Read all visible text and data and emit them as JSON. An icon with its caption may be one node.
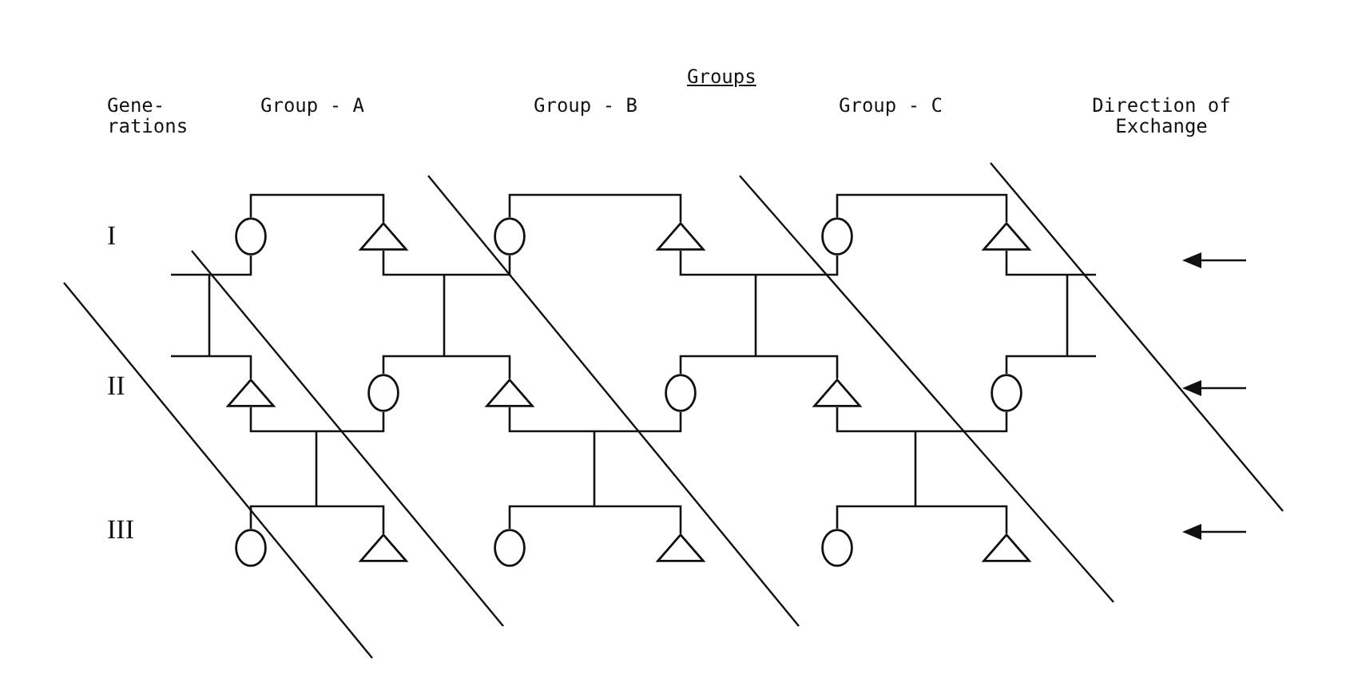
{
  "diagram": {
    "title": "Groups",
    "nodes": [
      {
        "text": [],
        "shape": "circle"
      },
      {
        "text": [],
        "shape": "triangle"
      },
      {
        "text": [],
        "shape": "circle"
      },
      {
        "text": [],
        "shape": "triangle"
      },
      {
        "text": [],
        "shape": "circle"
      },
      {
        "text": [],
        "shape": "triangle"
      },
      {
        "text": [],
        "shape": "triangle"
      },
      {
        "text": [],
        "shape": "circle"
      },
      {
        "text": [],
        "shape": "triangle"
      },
      {
        "text": [],
        "shape": "circle"
      },
      {
        "text": [],
        "shape": "triangle"
      },
      {
        "text": [],
        "shape": "circle"
      },
      {
        "text": [],
        "shape": "circle"
      },
      {
        "text": [],
        "shape": "triangle"
      },
      {
        "text": [],
        "shape": "circle"
      },
      {
        "text": [],
        "shape": "triangle"
      },
      {
        "text": [],
        "shape": "circle"
      },
      {
        "text": [],
        "shape": "triangle"
      }
    ],
    "edges": [
      {
        "from": 0,
        "to": 1,
        "arrow": "none"
      },
      {
        "from": 2,
        "to": 3,
        "arrow": "none"
      },
      {
        "from": 4,
        "to": 5,
        "arrow": "none"
      },
      {
        "from": 0,
        "to": null,
        "arrow": "none"
      },
      {
        "from": 1,
        "to": 2,
        "arrow": "none"
      },
      {
        "from": 3,
        "to": 4,
        "arrow": "none"
      },
      {
        "from": 5,
        "to": null,
        "arrow": "none"
      },
      {
        "from": 6,
        "to": null,
        "arrow": "none"
      },
      {
        "from": 7,
        "to": 8,
        "arrow": "none"
      },
      {
        "from": 9,
        "to": 10,
        "arrow": "none"
      },
      {
        "from": 11,
        "to": null,
        "arrow": "none"
      },
      {
        "from": 6,
        "to": 7,
        "arrow": "none"
      },
      {
        "from": 8,
        "to": 9,
        "arrow": "none"
      },
      {
        "from": 10,
        "to": 11,
        "arrow": "none"
      },
      {
        "from": 12,
        "to": 13,
        "arrow": "none"
      },
      {
        "from": 14,
        "to": 15,
        "arrow": "none"
      },
      {
        "from": 16,
        "to": 17,
        "arrow": "none"
      }
    ],
    "labels": [
      "Gene- rations",
      "Group - A",
      "Group - B",
      "Group - C",
      "Direction of Exchange",
      "I",
      "II",
      "III"
    ]
  }
}
